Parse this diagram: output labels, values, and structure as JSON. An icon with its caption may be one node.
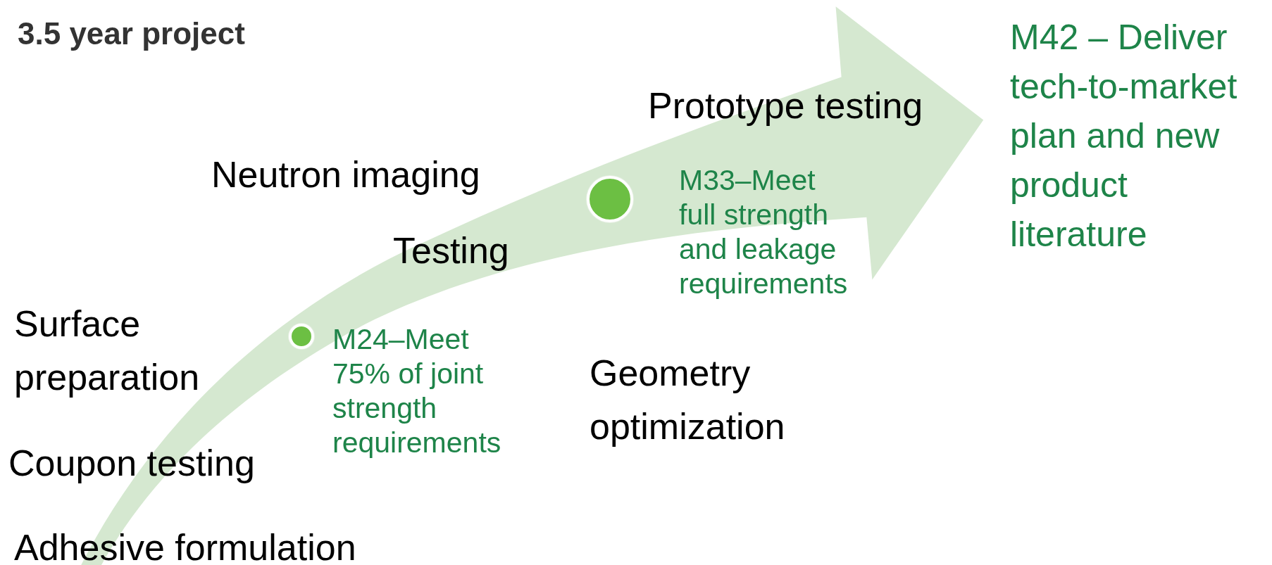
{
  "diagram": {
    "title": "3.5 year project",
    "nodes": [
      {
        "text": [],
        "shape": "circle",
        "beside": [
          "M24–Meet 75% of joint strength requirements"
        ]
      },
      {
        "text": [],
        "shape": "circle",
        "beside": [
          "M33–Meet full strength and leakage requirements"
        ]
      }
    ],
    "labels": [
      "M42 – Deliver tech-to-market plan and new product literature",
      "Prototype testing",
      "Neutron imaging",
      "Testing",
      "Surface preparation",
      "Geometry optimization",
      "Coupon testing",
      "Adhesive formulation"
    ]
  }
}
